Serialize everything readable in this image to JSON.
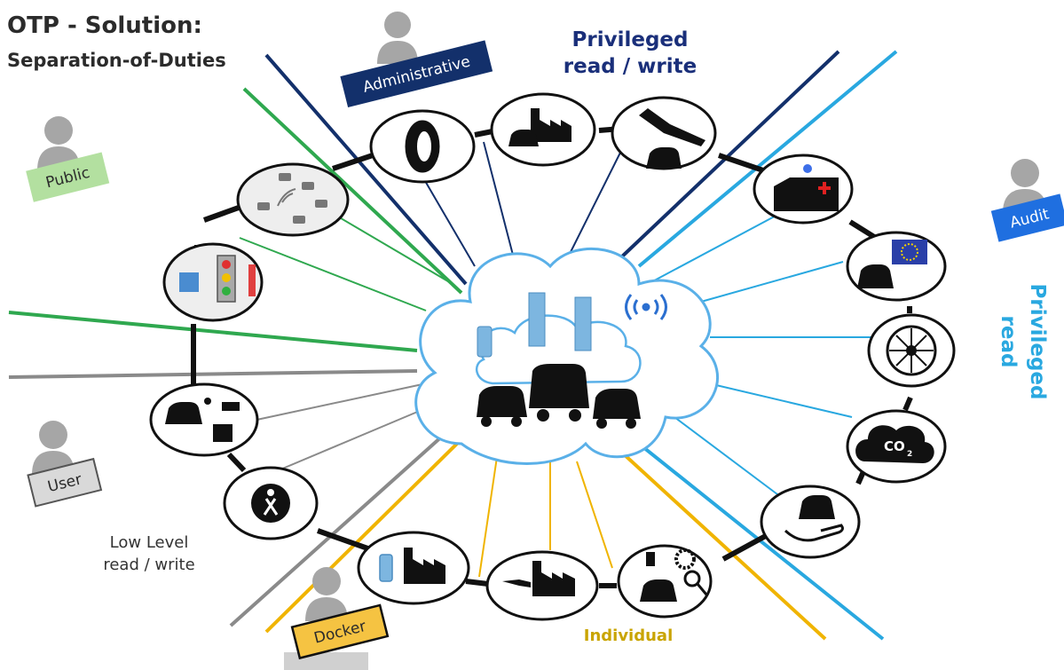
{
  "title": "OTP - Solution:",
  "subtitle": "Separation-of-Duties",
  "roles": {
    "administrative": "Administrative",
    "public": "Public",
    "audit": "Audit",
    "user": "User",
    "docker": "Docker"
  },
  "access_levels": {
    "privileged_rw_line1": "Privileged",
    "privileged_rw_line2": "read / write",
    "privileged_read_line1": "Privileged",
    "privileged_read_line2": "read",
    "low_level_line1": "Low Level",
    "low_level_line2": "read / write",
    "individual": "Individual"
  },
  "icons": {
    "co2": "CO",
    "co2_sub": "2"
  },
  "colors": {
    "administrative": "#13306b",
    "public": "#b3e0a0",
    "audit": "#1f6fe0",
    "user": "#bfbfbf",
    "docker": "#f5c342",
    "privileged_rw": "#1a2f7a",
    "privileged_read": "#29a8e0",
    "individual": "#c9a400",
    "green_lines": "#2fa84f",
    "cloud": "#5ab0e8"
  }
}
